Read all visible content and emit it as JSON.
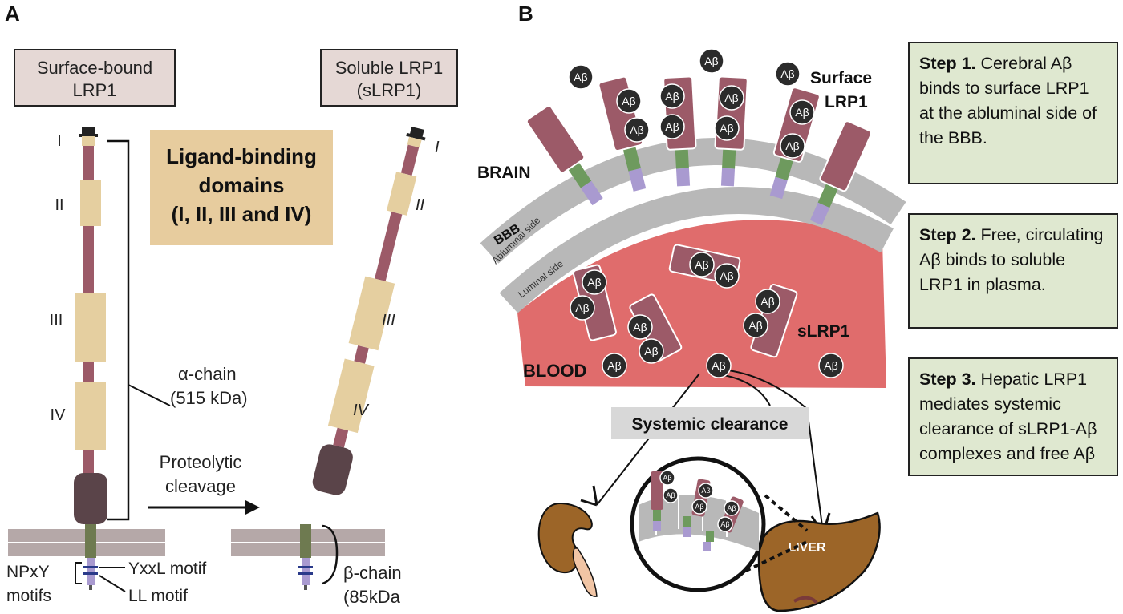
{
  "panel_a": {
    "letter": "A",
    "surface_label": [
      "Surface-bound",
      "LRP1"
    ],
    "soluble_label": [
      "Soluble LRP1",
      "(sLRP1)"
    ],
    "domains_title": [
      "Ligand-binding",
      "domains",
      "(I, II, III and IV)"
    ],
    "domain_numerals": [
      "I",
      "II",
      "III",
      "IV"
    ],
    "alpha_chain": [
      "α-chain",
      "(515 kDa)"
    ],
    "cleavage": [
      "Proteolytic",
      "cleavage"
    ],
    "beta_chain": [
      "β-chain",
      "(85kDa"
    ],
    "npxy": [
      "NPxY",
      "motifs"
    ],
    "yxxl": "YxxL motif",
    "ll": "LL motif"
  },
  "panel_b": {
    "letter": "B",
    "ab": "Aβ",
    "surface_lrp1": [
      "Surface",
      "LRP1"
    ],
    "brain": "BRAIN",
    "abluminal": "Abluminal side",
    "bbb": "BBB",
    "luminal": "Luminal side",
    "blood": "BLOOD",
    "slrp1": "sLRP1",
    "systemic": "Systemic clearance",
    "liver": "LIVER"
  },
  "steps": [
    {
      "bold": "Step 1.",
      "text": " Cerebral Aβ binds to surface LRP1 at the abluminal side of the BBB."
    },
    {
      "bold": "Step 2.",
      "text": " Free, circulating Aβ binds to soluble LRP1 in plasma."
    },
    {
      "bold": "Step 3.",
      "text": " Hepatic LRP1 mediates systemic clearance of sLRP1-Aβ complexes and free Aβ"
    }
  ],
  "colors": {
    "domain": "#e5cfa0",
    "stalk": "#9c5a68",
    "receptor": "#8e5060",
    "membrane": "#b5a8a8",
    "green": "#6e9a5e",
    "lavender": "#a99ad0",
    "blood": "#e06c6c",
    "bbb": "#b8b8b8",
    "label_box": "#e5d8d5",
    "domain_box": "#e7cc9e",
    "step_box": "#dfe8d0",
    "kidney": "#9c6528",
    "liver": "#9c6528"
  }
}
